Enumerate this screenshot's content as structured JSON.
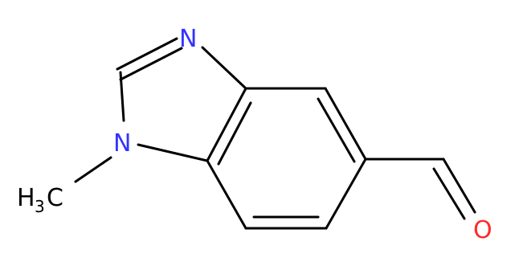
{
  "molecule": {
    "atoms": {
      "n3": {
        "label": "N",
        "color": "#3333ff"
      },
      "n1": {
        "label": "N",
        "color": "#3333ff"
      },
      "o": {
        "label": "O",
        "color": "#ff2a2a"
      },
      "methyl": {
        "prefix": "H",
        "subscript": "3",
        "suffix": "C",
        "color": "#000000"
      }
    }
  }
}
